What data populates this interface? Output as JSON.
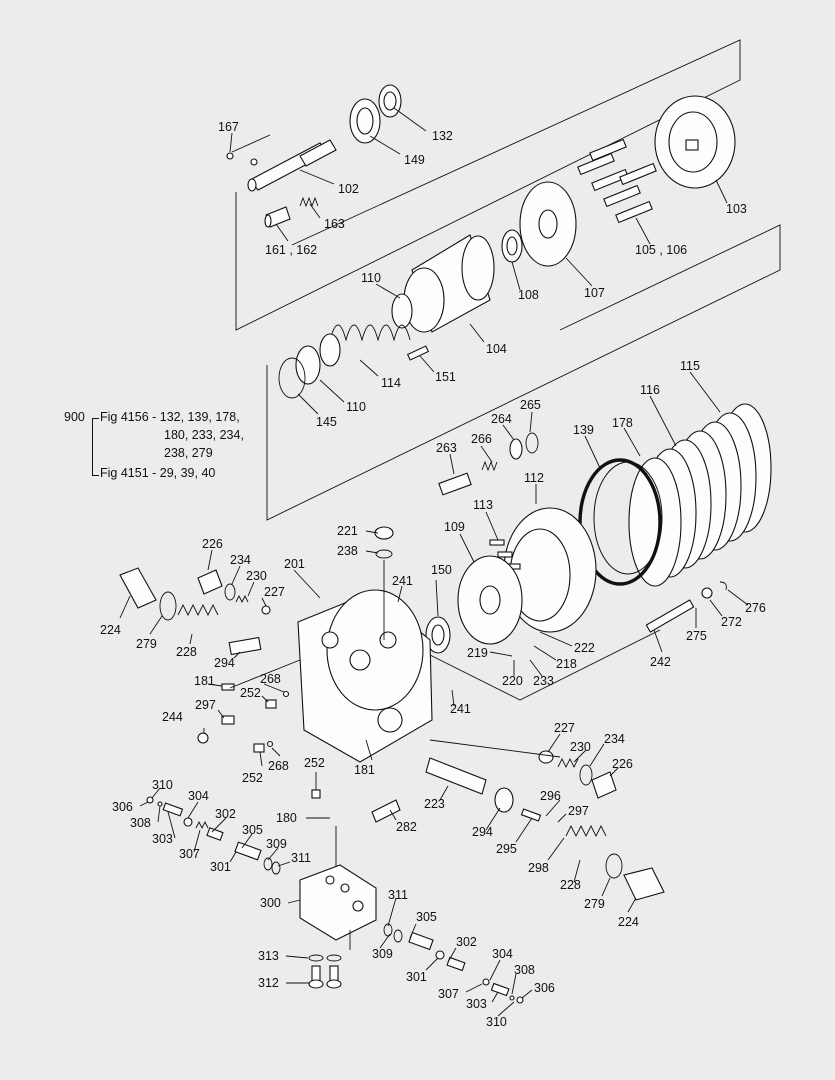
{
  "reference": {
    "group": "900",
    "line1": "Fig 4156 - 132, 139, 178,",
    "line2": "180, 233, 234,",
    "line3": "238, 279",
    "line4": "Fig 4151 - 29, 39, 40"
  },
  "callouts": [
    {
      "id": "c167",
      "text": "167"
    },
    {
      "id": "c132",
      "text": "132"
    },
    {
      "id": "c149",
      "text": "149"
    },
    {
      "id": "c102",
      "text": "102"
    },
    {
      "id": "c163",
      "text": "163"
    },
    {
      "id": "c161",
      "text": "161 , 162"
    },
    {
      "id": "c103",
      "text": "103"
    },
    {
      "id": "c105",
      "text": "105 , 106"
    },
    {
      "id": "c108",
      "text": "108"
    },
    {
      "id": "c107",
      "text": "107"
    },
    {
      "id": "c110a",
      "text": "110"
    },
    {
      "id": "c104",
      "text": "104"
    },
    {
      "id": "c114",
      "text": "114"
    },
    {
      "id": "c151",
      "text": "151"
    },
    {
      "id": "c110b",
      "text": "110"
    },
    {
      "id": "c145",
      "text": "145"
    },
    {
      "id": "c115",
      "text": "115"
    },
    {
      "id": "c116",
      "text": "116"
    },
    {
      "id": "c178",
      "text": "178"
    },
    {
      "id": "c139",
      "text": "139"
    },
    {
      "id": "c265",
      "text": "265"
    },
    {
      "id": "c264",
      "text": "264"
    },
    {
      "id": "c266",
      "text": "266"
    },
    {
      "id": "c263",
      "text": "263"
    },
    {
      "id": "c112",
      "text": "112"
    },
    {
      "id": "c113",
      "text": "113"
    },
    {
      "id": "c109",
      "text": "109"
    },
    {
      "id": "c221",
      "text": "221"
    },
    {
      "id": "c238",
      "text": "238"
    },
    {
      "id": "c241a",
      "text": "241"
    },
    {
      "id": "c150",
      "text": "150"
    },
    {
      "id": "c226a",
      "text": "226"
    },
    {
      "id": "c234a",
      "text": "234"
    },
    {
      "id": "c230a",
      "text": "230"
    },
    {
      "id": "c227a",
      "text": "227"
    },
    {
      "id": "c201",
      "text": "201"
    },
    {
      "id": "c224a",
      "text": "224"
    },
    {
      "id": "c279a",
      "text": "279"
    },
    {
      "id": "c228a",
      "text": "228"
    },
    {
      "id": "c294a",
      "text": "294"
    },
    {
      "id": "c276",
      "text": "276"
    },
    {
      "id": "c272",
      "text": "272"
    },
    {
      "id": "c275",
      "text": "275"
    },
    {
      "id": "c242",
      "text": "242"
    },
    {
      "id": "c222",
      "text": "222"
    },
    {
      "id": "c218",
      "text": "218"
    },
    {
      "id": "c219",
      "text": "219"
    },
    {
      "id": "c220",
      "text": "220"
    },
    {
      "id": "c233",
      "text": "233"
    },
    {
      "id": "c181a",
      "text": "181"
    },
    {
      "id": "c268a",
      "text": "268"
    },
    {
      "id": "c252a",
      "text": "252"
    },
    {
      "id": "c297a",
      "text": "297"
    },
    {
      "id": "c244",
      "text": "244"
    },
    {
      "id": "c241b",
      "text": "241"
    },
    {
      "id": "c227b",
      "text": "227"
    },
    {
      "id": "c234b",
      "text": "234"
    },
    {
      "id": "c230b",
      "text": "230"
    },
    {
      "id": "c226b",
      "text": "226"
    },
    {
      "id": "c252b",
      "text": "252"
    },
    {
      "id": "c268b",
      "text": "268"
    },
    {
      "id": "c252c",
      "text": "252"
    },
    {
      "id": "c181b",
      "text": "181"
    },
    {
      "id": "c310a",
      "text": "310"
    },
    {
      "id": "c306a",
      "text": "306"
    },
    {
      "id": "c304a",
      "text": "304"
    },
    {
      "id": "c308a",
      "text": "308"
    },
    {
      "id": "c302a",
      "text": "302"
    },
    {
      "id": "c303a",
      "text": "303"
    },
    {
      "id": "c305a",
      "text": "305"
    },
    {
      "id": "c307a",
      "text": "307"
    },
    {
      "id": "c309a",
      "text": "309"
    },
    {
      "id": "c301a",
      "text": "301"
    },
    {
      "id": "c311a",
      "text": "311"
    },
    {
      "id": "c180",
      "text": "180"
    },
    {
      "id": "c223",
      "text": "223"
    },
    {
      "id": "c282",
      "text": "282"
    },
    {
      "id": "c294b",
      "text": "294"
    },
    {
      "id": "c296",
      "text": "296"
    },
    {
      "id": "c297b",
      "text": "297"
    },
    {
      "id": "c295",
      "text": "295"
    },
    {
      "id": "c298",
      "text": "298"
    },
    {
      "id": "c228b",
      "text": "228"
    },
    {
      "id": "c279b",
      "text": "279"
    },
    {
      "id": "c224b",
      "text": "224"
    },
    {
      "id": "c300",
      "text": "300"
    },
    {
      "id": "c311b",
      "text": "311"
    },
    {
      "id": "c305b",
      "text": "305"
    },
    {
      "id": "c309b",
      "text": "309"
    },
    {
      "id": "c302b",
      "text": "302"
    },
    {
      "id": "c313",
      "text": "313"
    },
    {
      "id": "c312",
      "text": "312"
    },
    {
      "id": "c301b",
      "text": "301"
    },
    {
      "id": "c304b",
      "text": "304"
    },
    {
      "id": "c308b",
      "text": "308"
    },
    {
      "id": "c307b",
      "text": "307"
    },
    {
      "id": "c306b",
      "text": "306"
    },
    {
      "id": "c303b",
      "text": "303"
    },
    {
      "id": "c310b",
      "text": "310"
    }
  ]
}
